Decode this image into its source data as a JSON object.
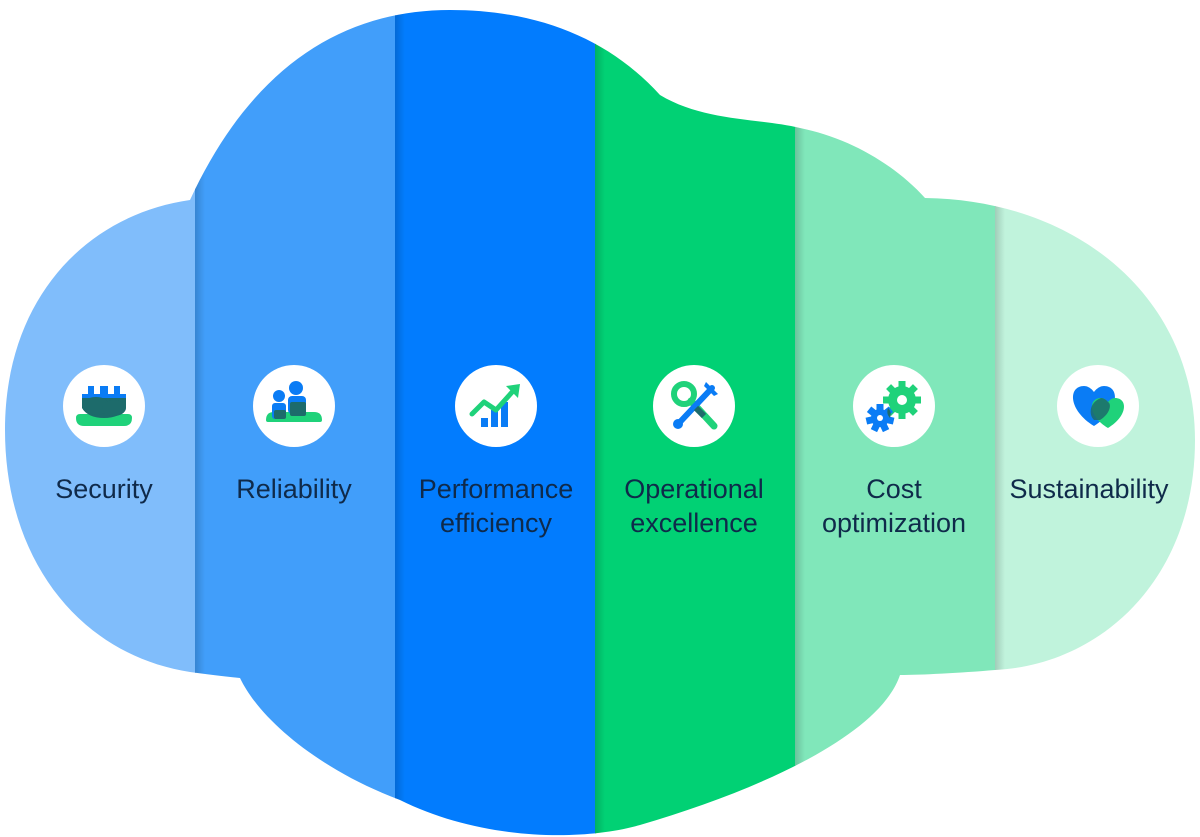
{
  "pillars": [
    {
      "id": "security",
      "lines": [
        "Security"
      ],
      "icon": "castle-icon",
      "color": "#80bdfb"
    },
    {
      "id": "reliability",
      "lines": [
        "Reliability"
      ],
      "icon": "people-icon",
      "color": "#419efa"
    },
    {
      "id": "performance-efficiency",
      "lines": [
        "Performance",
        "efficiency"
      ],
      "icon": "trend-chart-icon",
      "color": "#027cfe"
    },
    {
      "id": "operational-excellence",
      "lines": [
        "Operational",
        "excellence"
      ],
      "icon": "tools-icon",
      "color": "#01d174"
    },
    {
      "id": "cost-optimization",
      "lines": [
        "Cost",
        "optimization"
      ],
      "icon": "gears-icon",
      "color": "#80e7ba"
    },
    {
      "id": "sustainability",
      "lines": [
        "Sustainability"
      ],
      "icon": "hearts-icon",
      "color": "#c0f3dc"
    }
  ],
  "icon_colors": {
    "blue": "#0a7cf5",
    "green": "#1fd27a",
    "dark_teal": "#1d6b6b",
    "white": "#ffffff"
  }
}
